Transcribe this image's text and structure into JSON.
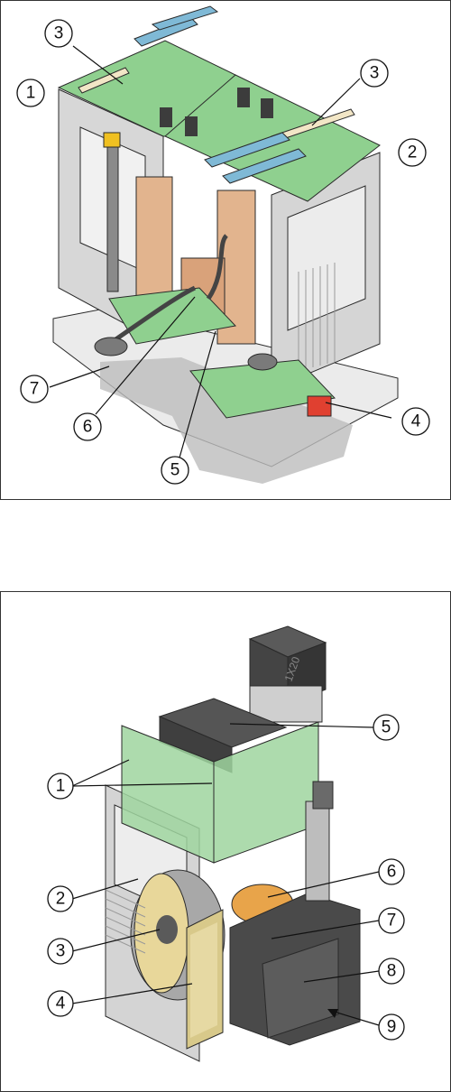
{
  "figure_1": {
    "callouts": [
      {
        "id": "c1",
        "label": "1"
      },
      {
        "id": "c2",
        "label": "2"
      },
      {
        "id": "c3a",
        "label": "3"
      },
      {
        "id": "c3b",
        "label": "3"
      },
      {
        "id": "c4",
        "label": "4"
      },
      {
        "id": "c5",
        "label": "5"
      },
      {
        "id": "c6",
        "label": "6"
      },
      {
        "id": "c7",
        "label": "7"
      }
    ]
  },
  "figure_2": {
    "motor_marking": "1X20",
    "callouts": [
      {
        "id": "d1",
        "label": "1"
      },
      {
        "id": "d2",
        "label": "2"
      },
      {
        "id": "d3",
        "label": "3"
      },
      {
        "id": "d4",
        "label": "4"
      },
      {
        "id": "d5",
        "label": "5"
      },
      {
        "id": "d6",
        "label": "6"
      },
      {
        "id": "d7",
        "label": "7"
      },
      {
        "id": "d8",
        "label": "8"
      },
      {
        "id": "d9",
        "label": "9"
      }
    ]
  },
  "colors": {
    "pcb_green": "#8fd08f",
    "connector_blue": "#7fb9d6",
    "copper": "#e2b48e",
    "frame_gray": "#d7d7d7",
    "translucent_green": "#9fd59f",
    "gold_cover": "#d8c98a",
    "dark_motor": "#4a4a4a",
    "red_component": "#e04030"
  }
}
